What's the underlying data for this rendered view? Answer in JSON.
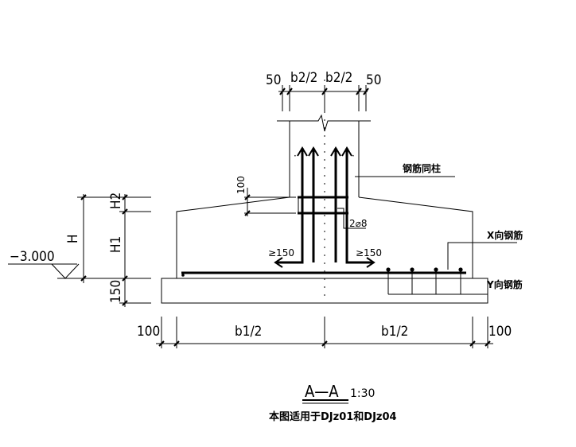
{
  "section": {
    "title": "A—A",
    "scale": "1:30",
    "caption": "本图适用于DJz01和DJz04"
  },
  "top_dims": {
    "left50": "50",
    "left_half": "b2/2",
    "right_half": "b2/2",
    "right50": "50"
  },
  "bottom_dims": {
    "left100": "100",
    "left_half": "b1/2",
    "right_half": "b1/2",
    "right100": "100"
  },
  "left_dims": {
    "H": "H",
    "H2": "H2",
    "H1": "H1",
    "d150": "150"
  },
  "elevation": "−3.000",
  "annotations": {
    "column_rebar": "钢筋同柱",
    "spacing_100": "100",
    "stirrups": "2⌀8",
    "anchor_left": "≥150",
    "anchor_right": "≥150",
    "x_rebar": "X向钢筋",
    "y_rebar": "Y向钢筋"
  }
}
